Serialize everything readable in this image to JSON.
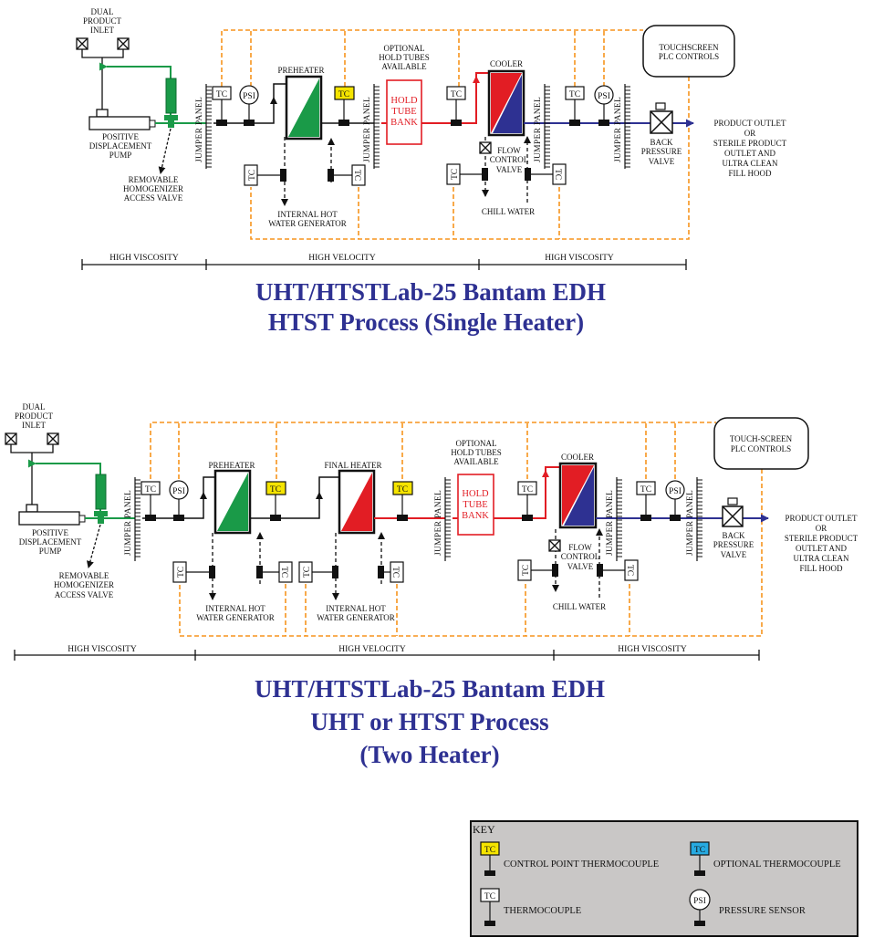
{
  "colors": {
    "orange": "#f7941d",
    "green": "#1a9a48",
    "red": "#e21d24",
    "blue": "#2e3192",
    "yellow": "#f5e400",
    "cyan": "#27aae1",
    "key_bg": "#c9c7c6"
  },
  "diagram1": {
    "dual_inlet": [
      "DUAL",
      "PRODUCT",
      "INLET"
    ],
    "pump": [
      "POSITIVE",
      "DISPLACEMENT",
      "PUMP"
    ],
    "homogenizer": [
      "REMOVABLE",
      "HOMOGENIZER",
      "ACCESS VALVE"
    ],
    "jumper_panel": "JUMPER PANEL",
    "tc": "TC",
    "psi": "PSI",
    "preheater": "PREHEATER",
    "hot_water": [
      "INTERNAL HOT",
      "WATER GENERATOR"
    ],
    "hold_note": [
      "OPTIONAL",
      "HOLD TUBES",
      "AVAILABLE"
    ],
    "hold_bank": [
      "HOLD",
      "TUBE",
      "BANK"
    ],
    "cooler": "COOLER",
    "flow_valve": [
      "FLOW",
      "CONTROL",
      "VALVE"
    ],
    "chill_water": "CHILL WATER",
    "plc": [
      "TOUCHSCREEN",
      "PLC CONTROLS"
    ],
    "back_pressure": [
      "BACK",
      "PRESSURE",
      "VALVE"
    ],
    "outlet": [
      "PRODUCT OUTLET",
      "OR",
      "STERILE PRODUCT",
      "OUTLET AND",
      "ULTRA CLEAN",
      "FILL HOOD"
    ],
    "zones": [
      "HIGH VISCOSITY",
      "HIGH VELOCITY",
      "HIGH VISCOSITY"
    ],
    "title": [
      "UHT/HTSTLab-25 Bantam EDH",
      "HTST Process (Single Heater)"
    ]
  },
  "diagram2": {
    "dual_inlet": [
      "DUAL",
      "PRODUCT",
      "INLET"
    ],
    "pump": [
      "POSITIVE",
      "DISPLACEMENT",
      "PUMP"
    ],
    "homogenizer": [
      "REMOVABLE",
      "HOMOGENIZER",
      "ACCESS VALVE"
    ],
    "jumper_panel": "JUMPER PANEL",
    "tc": "TC",
    "psi": "PSI",
    "preheater": "PREHEATER",
    "final_heater": "FINAL HEATER",
    "hot_water": [
      "INTERNAL HOT",
      "WATER GENERATOR"
    ],
    "hold_note": [
      "OPTIONAL",
      "HOLD TUBES",
      "AVAILABLE"
    ],
    "hold_bank": [
      "HOLD",
      "TUBE",
      "BANK"
    ],
    "cooler": "COOLER",
    "flow_valve": [
      "FLOW",
      "CONTROL",
      "VALVE"
    ],
    "chill_water": "CHILL WATER",
    "plc": [
      "TOUCH-SCREEN",
      "PLC CONTROLS"
    ],
    "back_pressure": [
      "BACK",
      "PRESSURE",
      "VALVE"
    ],
    "outlet": [
      "PRODUCT OUTLET",
      "OR",
      "STERILE PRODUCT",
      "OUTLET AND",
      "ULTRA CLEAN",
      "FILL HOOD"
    ],
    "zones": [
      "HIGH VISCOSITY",
      "HIGH VELOCITY",
      "HIGH VISCOSITY"
    ],
    "title": [
      "UHT/HTSTLab-25 Bantam EDH",
      "UHT or HTST Process",
      "(Two Heater)"
    ]
  },
  "key": {
    "title": "KEY",
    "tc": "TC",
    "psi": "PSI",
    "control_point": "CONTROL POINT THERMOCOUPLE",
    "optional": "OPTIONAL THERMOCOUPLE",
    "thermocouple": "THERMOCOUPLE",
    "pressure": "PRESSURE SENSOR"
  }
}
